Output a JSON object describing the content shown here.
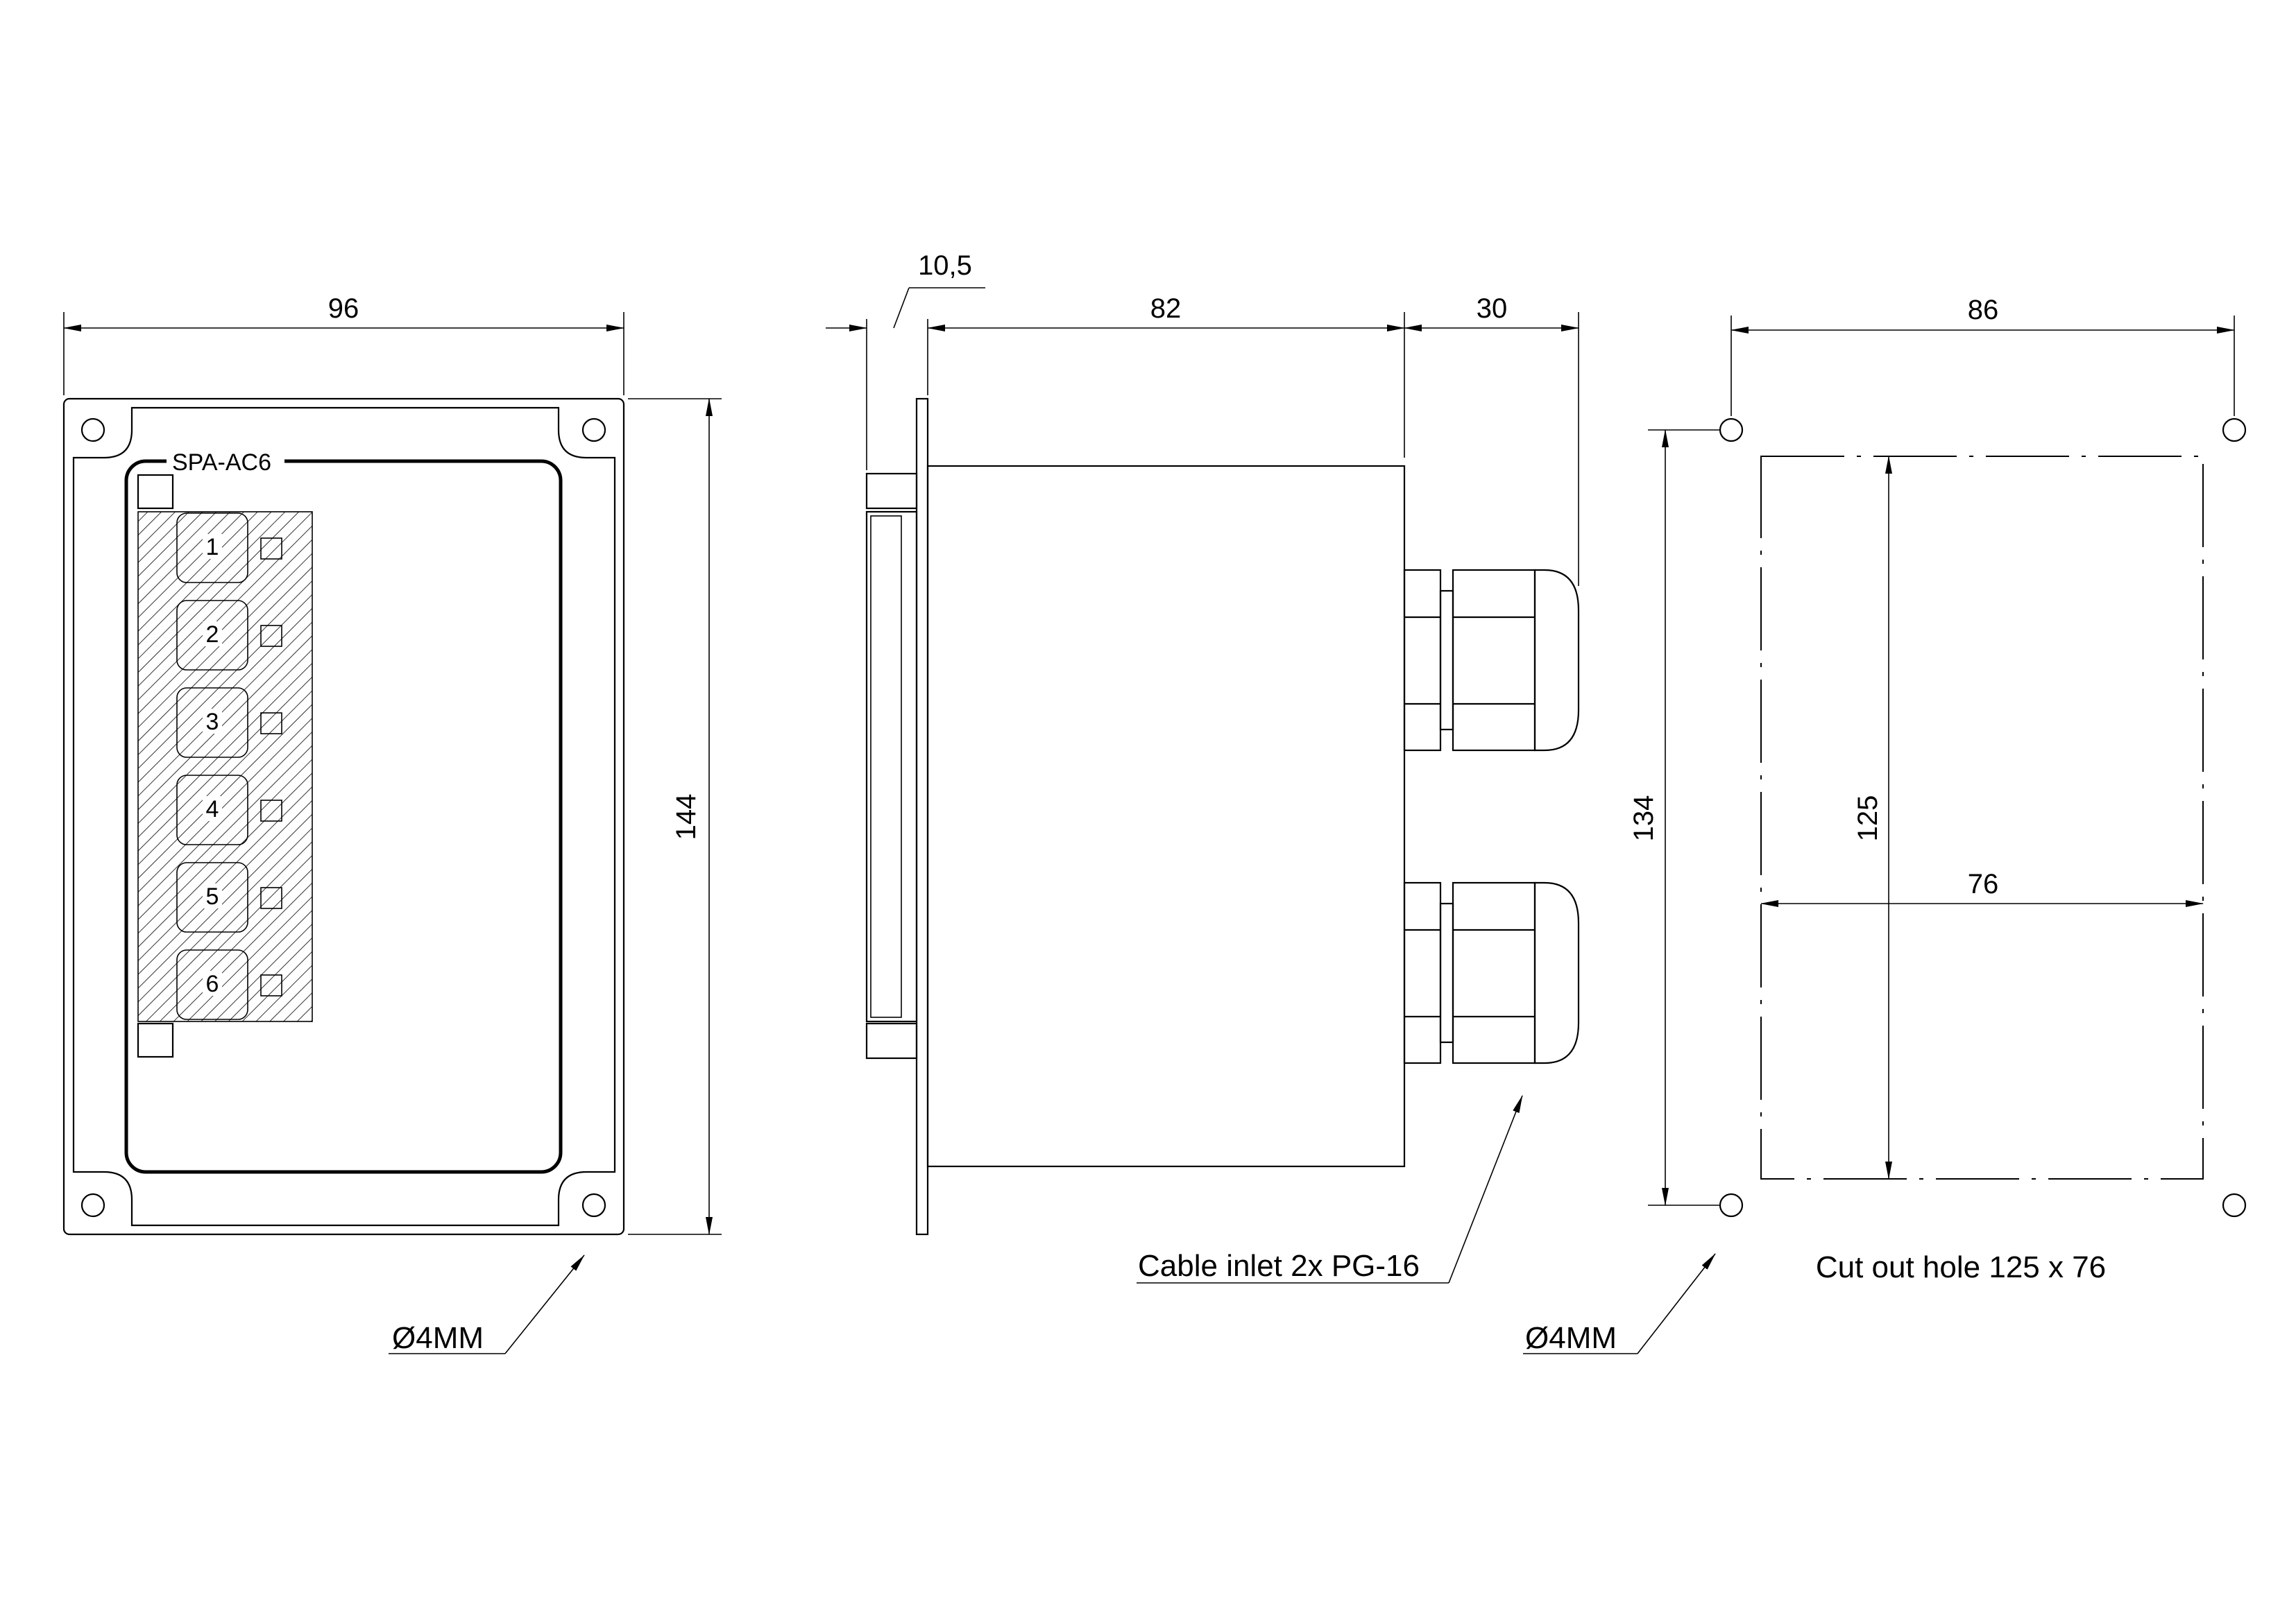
{
  "front_view": {
    "model_label": "SPA-AC6",
    "width_dim": "96",
    "height_dim": "144",
    "hole_note": "Ø4MM",
    "channels": [
      "1",
      "2",
      "3",
      "4",
      "5",
      "6"
    ]
  },
  "side_view": {
    "flange_dim": "10,5",
    "body_dim": "82",
    "gland_dim": "30",
    "cable_note": "Cable inlet 2x PG-16"
  },
  "cutout_view": {
    "hole_spacing_width": "86",
    "hole_spacing_height": "134",
    "cutout_height": "125",
    "cutout_width": "76",
    "hole_note": "Ø4MM",
    "cutout_note": "Cut out hole 125 x 76"
  }
}
